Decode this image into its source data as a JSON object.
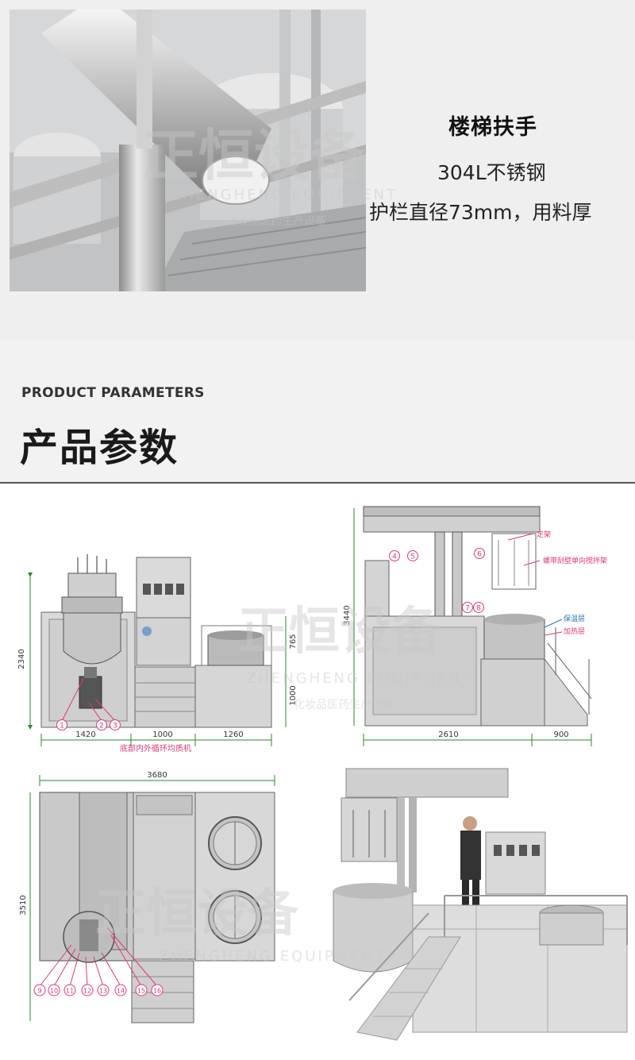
{
  "feature": {
    "title": "楼梯扶手",
    "material": "304L不锈钢",
    "description": "护栏直径73mm，用料厚"
  },
  "section": {
    "english_title": "PRODUCT PARAMETERS",
    "chinese_title": "产品参数"
  },
  "watermark": {
    "brand": "正恒设备",
    "english": "ZHENGHENG EQUIPMENT",
    "tagline": "化妆品医药生产设备"
  },
  "front_view": {
    "height": "2340",
    "widths": [
      "1420",
      "1000",
      "1260"
    ],
    "heights_right": [
      "765",
      "1000"
    ],
    "callouts": [
      "1",
      "2",
      "3"
    ],
    "note": "底部内外循环均质机"
  },
  "side_view": {
    "height": "3440",
    "widths": [
      "2610",
      "900"
    ],
    "callouts": [
      "4",
      "5",
      "6",
      "7",
      "8"
    ],
    "labels": [
      "定架",
      "螺带刮壁单向搅拌架",
      "保温层",
      "加热层"
    ]
  },
  "top_view": {
    "width": "3680",
    "height": "3510",
    "callouts": [
      "9",
      "10",
      "11",
      "12",
      "13",
      "14",
      "15",
      "16"
    ]
  },
  "colors": {
    "callout": "#e0387c",
    "dimension": "#2a8a2a",
    "steel": "#9a9a9a"
  }
}
